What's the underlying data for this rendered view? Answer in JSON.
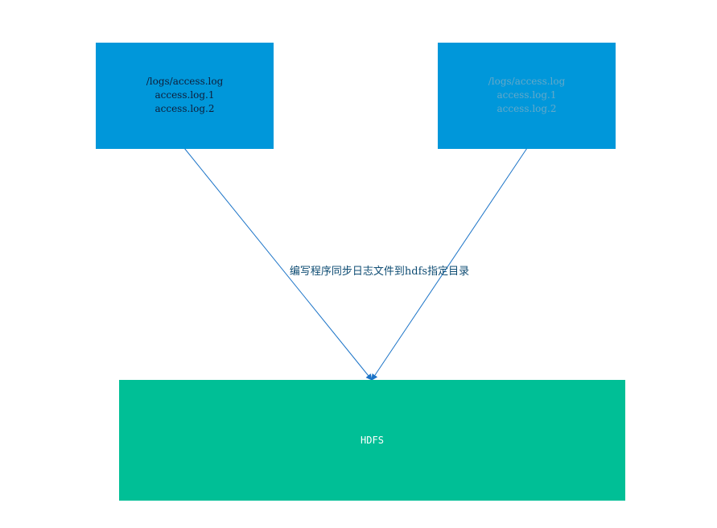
{
  "diagram": {
    "source_left": {
      "lines": [
        "/logs/access.log",
        "access.log.1",
        "access.log.2"
      ],
      "color": "#0097DA"
    },
    "source_right": {
      "lines": [
        "/logs/access.log",
        "access.log.1",
        "access.log.2"
      ],
      "color": "#0097DA"
    },
    "target": {
      "label": "HDFS",
      "color": "#00BF96"
    },
    "edge_label": "编写程序同步日志文件到hdfs指定目录",
    "edge_color": "#1a73c7"
  }
}
